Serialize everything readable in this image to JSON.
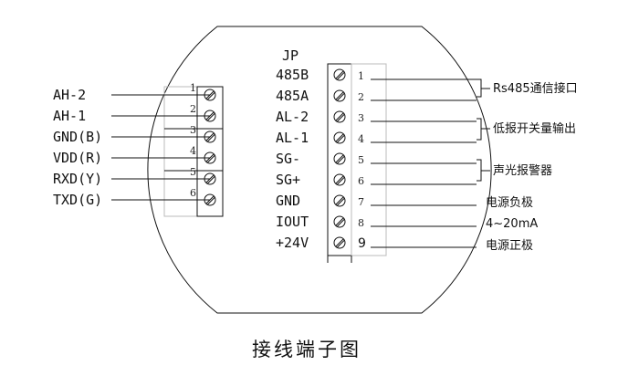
{
  "diagram": {
    "jp_label": "JP",
    "caption": "接线端子图",
    "left_terminals": [
      {
        "label": "AH-2",
        "num": "1"
      },
      {
        "label": "AH-1",
        "num": "2"
      },
      {
        "label": "GND(B)",
        "num": "3"
      },
      {
        "label": "VDD(R)",
        "num": "4"
      },
      {
        "label": "RXD(Y)",
        "num": "5"
      },
      {
        "label": "TXD(G)",
        "num": "6"
      }
    ],
    "right_terminals": [
      {
        "label": "485B",
        "num": "1"
      },
      {
        "label": "485A",
        "num": "2"
      },
      {
        "label": "AL-2",
        "num": "3"
      },
      {
        "label": "AL-1",
        "num": "4"
      },
      {
        "label": "SG-",
        "num": "5"
      },
      {
        "label": "SG+",
        "num": "6"
      },
      {
        "label": "GND",
        "num": "7"
      },
      {
        "label": "IOUT",
        "num": "8"
      },
      {
        "label": "+24V",
        "num": "9"
      }
    ],
    "functions": [
      {
        "text": "Rs485通信接口",
        "group": "485"
      },
      {
        "text": "低报开关量输出",
        "group": "alarm"
      },
      {
        "text": "声光报警器",
        "group": "sound"
      },
      {
        "text": "电源负极",
        "group": "gnd"
      },
      {
        "text": "4~20mA",
        "group": "iout"
      },
      {
        "text": "电源正极",
        "group": "pwr"
      }
    ]
  }
}
